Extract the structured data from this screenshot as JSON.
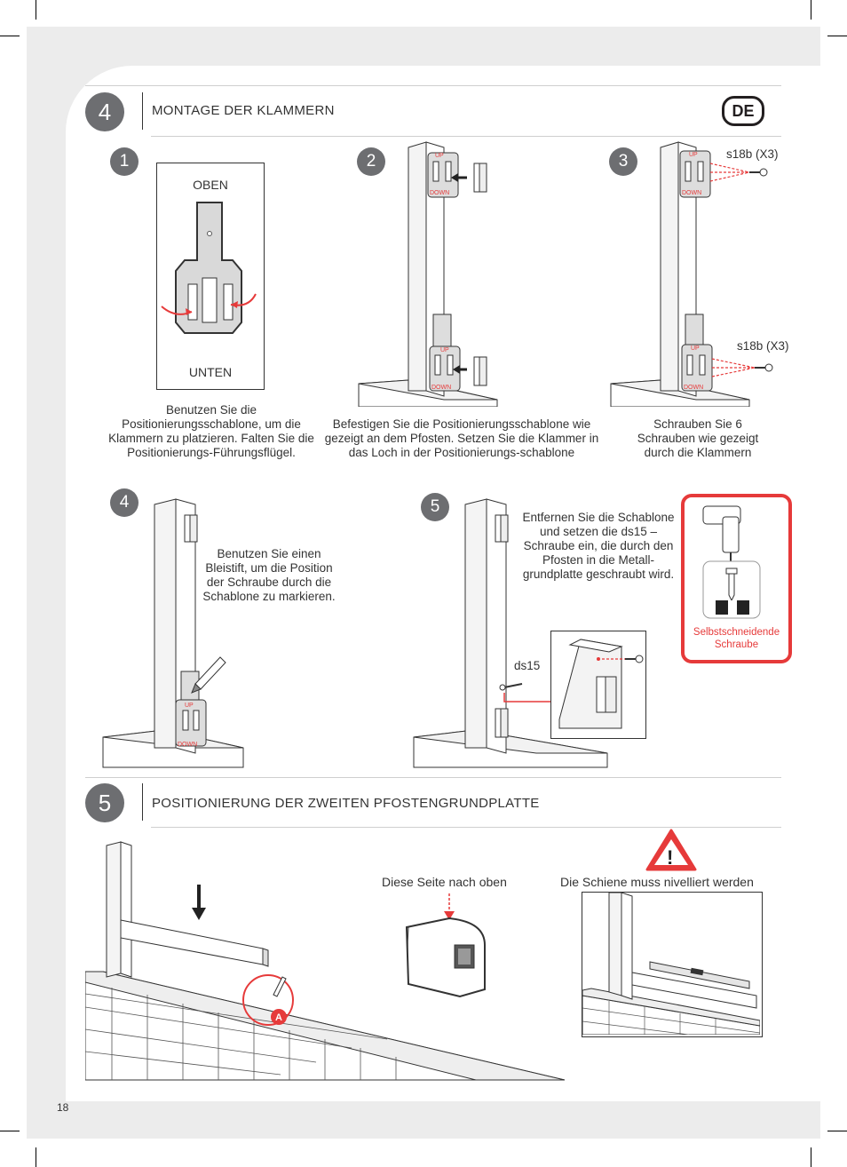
{
  "language_badge": "DE",
  "page_number": "18",
  "section4": {
    "number": "4",
    "title": "MONTAGE DER KLAMMERN",
    "steps": [
      {
        "num": "1",
        "top_label": "OBEN",
        "bottom_label": "UNTEN",
        "caption": "Benutzen Sie die Positionierungsschablone, um die Klammern zu platzieren. Falten Sie die Positionierungs-Führungsflügel."
      },
      {
        "num": "2",
        "caption": "Befestigen Sie die Positionierungsschablone wie gezeigt an dem Pfosten. Setzen Sie die Klammer in das Loch in der Positionierungs-schablone"
      },
      {
        "num": "3",
        "screw_label_top": "s18b (X3)",
        "screw_label_bottom": "s18b (X3)",
        "caption": "Schrauben Sie 6 Schrauben wie gezeigt durch die Klammern"
      },
      {
        "num": "4",
        "caption": "Benutzen Sie einen Bleistift, um die Position der Schraube durch die Schablone zu markieren."
      },
      {
        "num": "5",
        "screw_label": "ds15",
        "caption": "Entfernen Sie die Schablone und setzen die ds15 – Schraube ein, die durch den Pfosten in die Metall-grundplatte geschraubt wird.",
        "tool_label": "Selbstschneidende Schraube"
      }
    ],
    "template_text": {
      "up": "UP",
      "down": "DOWN"
    }
  },
  "section5": {
    "number": "5",
    "title": "POSITIONIERUNG DER ZWEITEN PFOSTENGRUNDPLATTE",
    "marker": "A",
    "side_up_label": "Diese Seite nach oben",
    "level_label": "Die Schiene muss nivelliert werden",
    "warning": "!"
  }
}
